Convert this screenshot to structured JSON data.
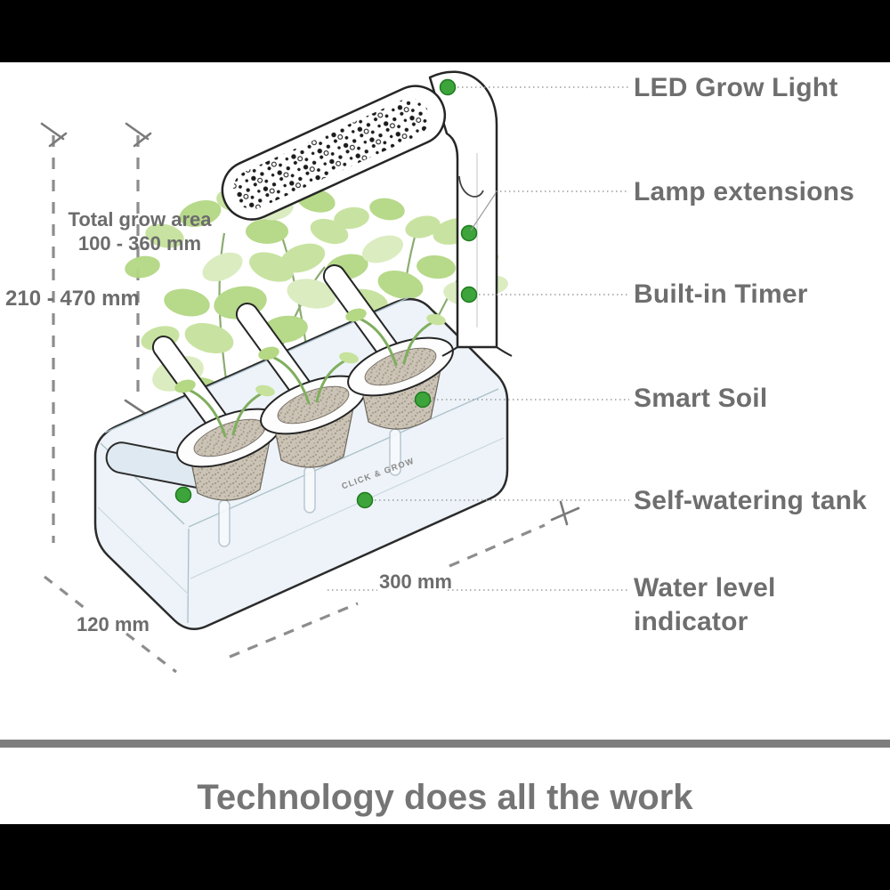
{
  "features": [
    {
      "label": "LED Grow Light"
    },
    {
      "label": "Lamp extensions"
    },
    {
      "label": "Built-in Timer"
    },
    {
      "label": "Smart Soil"
    },
    {
      "label": "Self-watering tank"
    },
    {
      "label": "Water level indicator"
    }
  ],
  "dimensions": {
    "grow_area_title": "Total grow area",
    "grow_area_value": "100 - 360 mm",
    "height_range": "210 - 470 mm",
    "length": "300 mm",
    "depth": "120 mm"
  },
  "device": {
    "brand": "CLICK & GROW"
  },
  "footer": {
    "title": "Technology does all the work"
  },
  "colors": {
    "accent_green": "#3ca43a",
    "label_gray": "#6e6e6e",
    "title_gray": "#757575",
    "divider_gray": "#7e7e7e"
  }
}
